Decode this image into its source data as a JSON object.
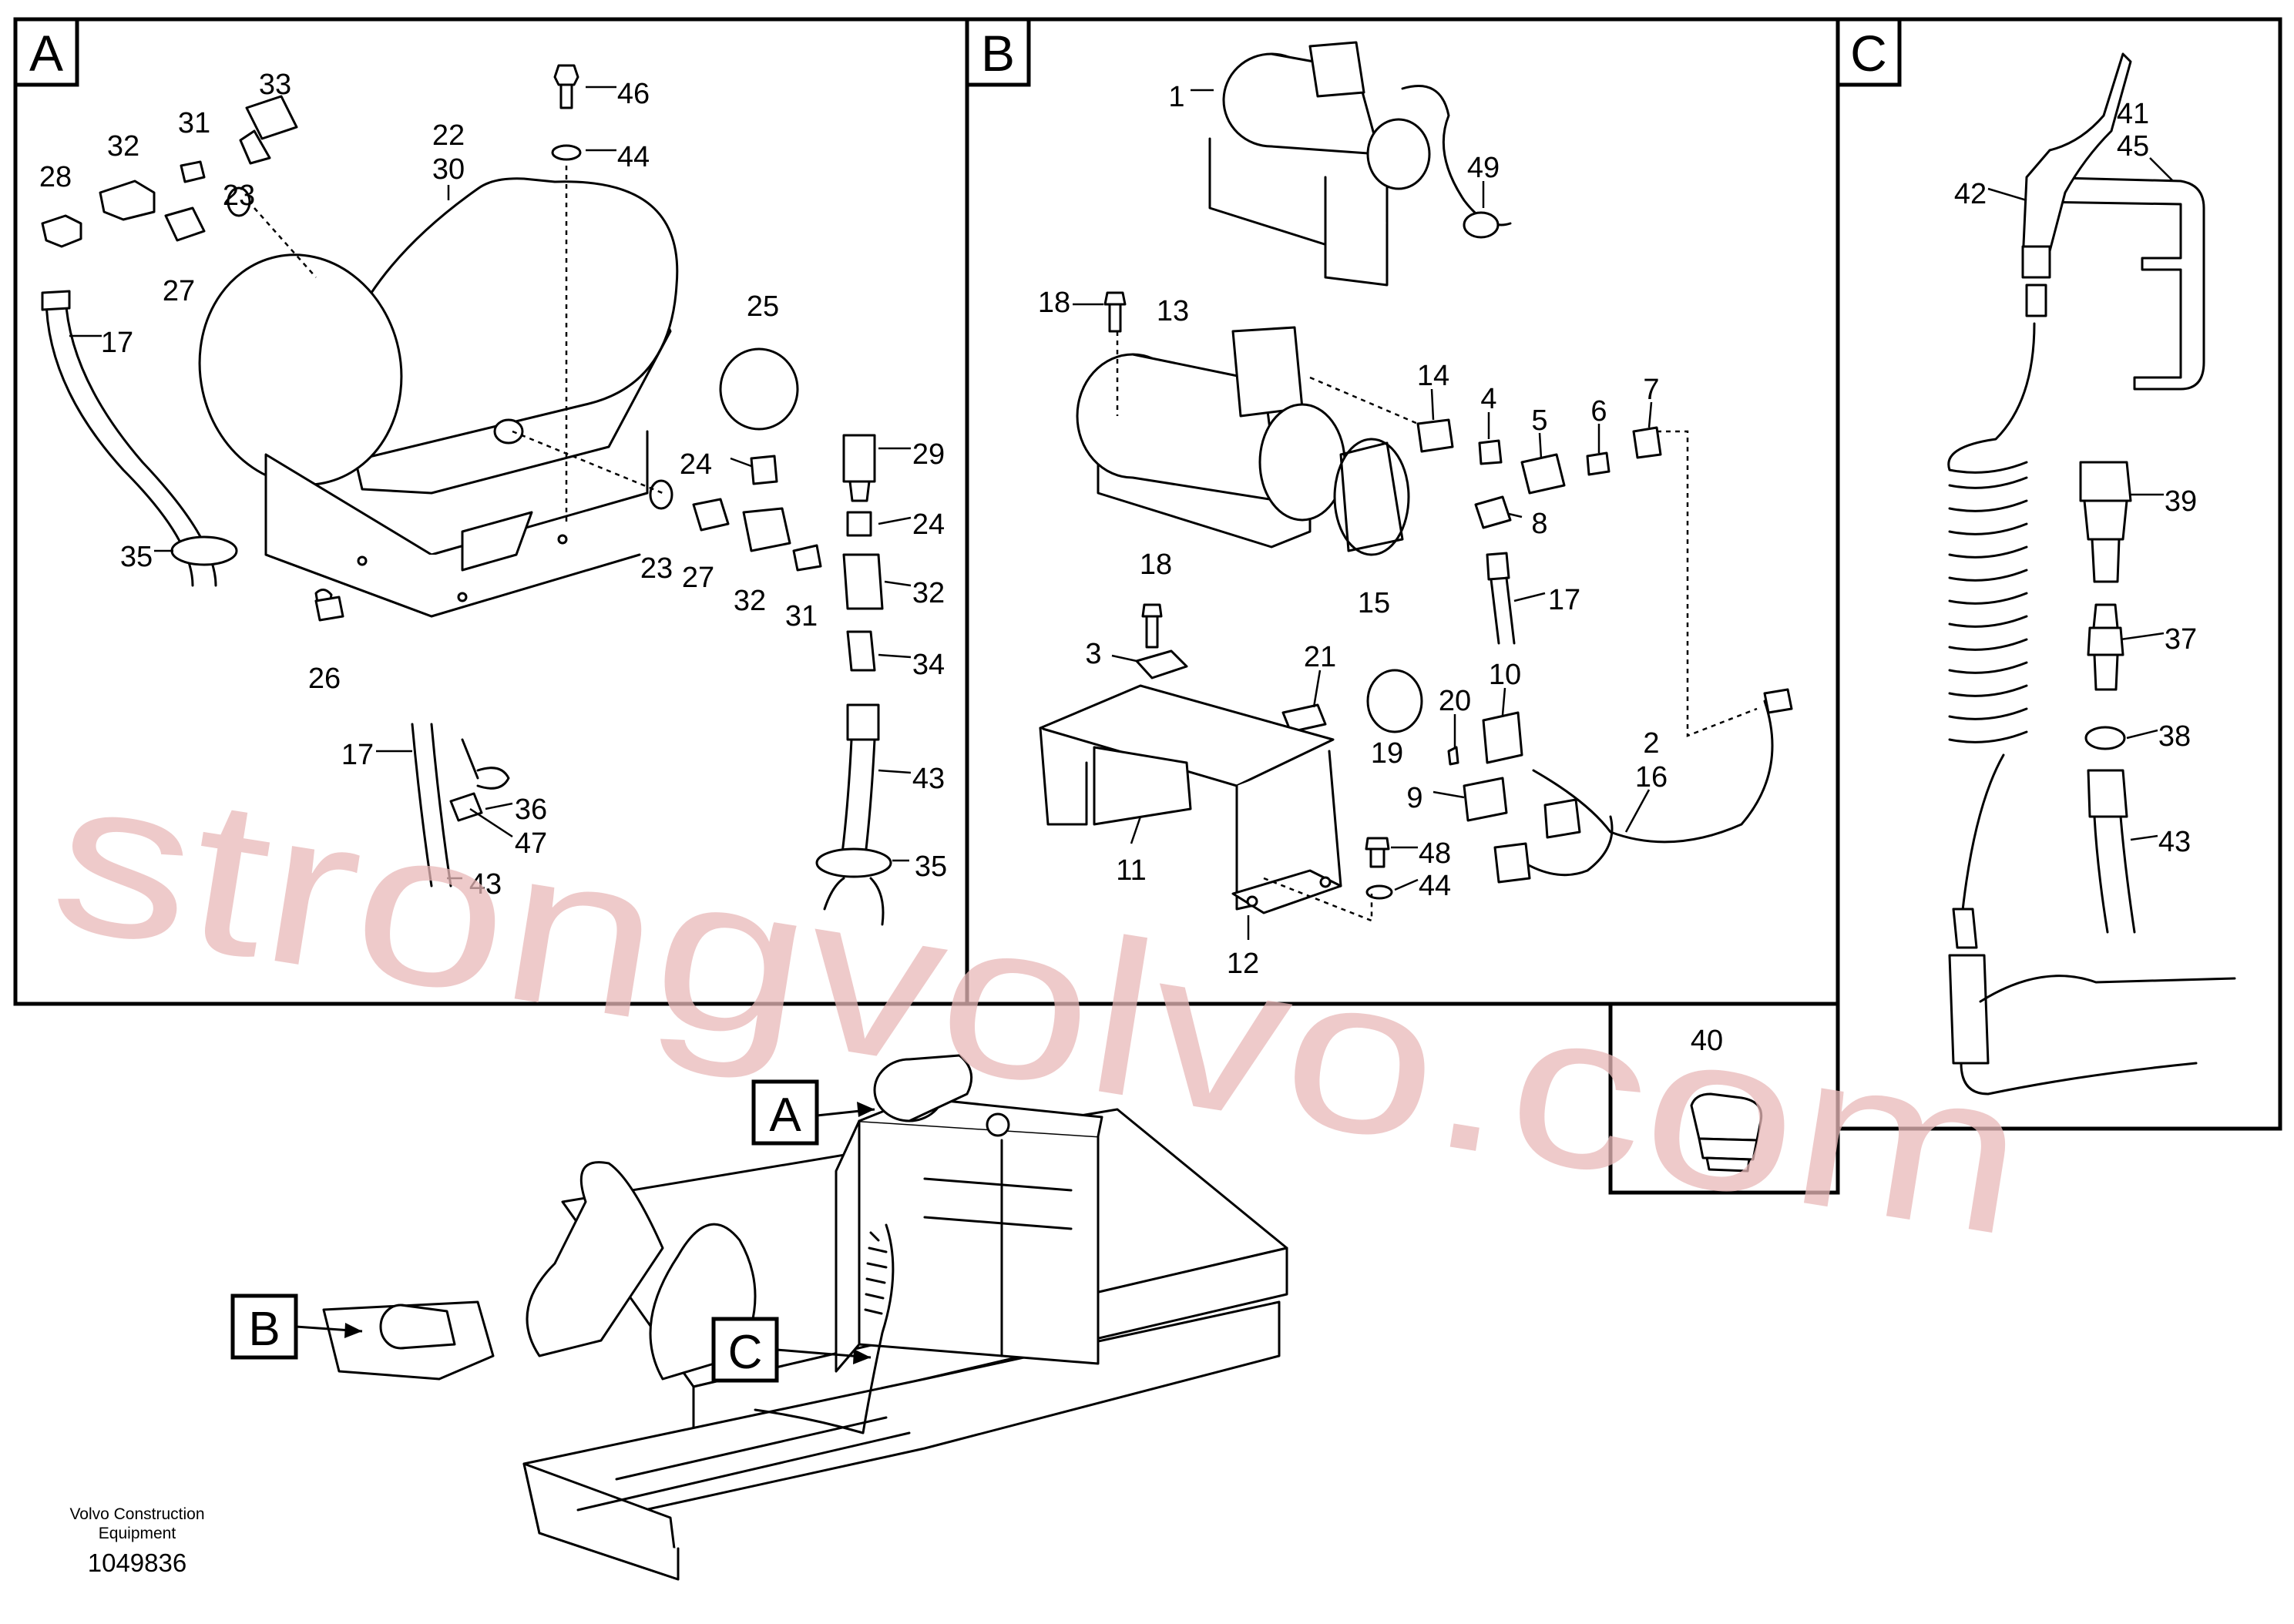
{
  "panels": {
    "a": {
      "letter": "A"
    },
    "b": {
      "letter": "B"
    },
    "c": {
      "letter": "C"
    }
  },
  "callouts": {
    "a": {
      "letter": "A"
    },
    "b": {
      "letter": "B"
    },
    "c": {
      "letter": "C"
    }
  },
  "labels": {
    "a": [
      "46",
      "44",
      "33",
      "31",
      "32",
      "28",
      "23",
      "27",
      "22",
      "30",
      "17",
      "25",
      "24",
      "29",
      "24",
      "35",
      "23",
      "27",
      "32",
      "31",
      "32",
      "34",
      "26",
      "17",
      "36",
      "47",
      "43",
      "43",
      "35"
    ],
    "b": [
      "1",
      "49",
      "18",
      "13",
      "14",
      "4",
      "5",
      "6",
      "7",
      "8",
      "17",
      "15",
      "18",
      "3",
      "21",
      "19",
      "10",
      "20",
      "9",
      "2",
      "16",
      "11",
      "48",
      "44",
      "12"
    ],
    "c": [
      "41",
      "45",
      "42",
      "39",
      "37",
      "38",
      "43"
    ],
    "d": [
      "40"
    ]
  },
  "footer": {
    "company_line1": "Volvo Construction",
    "company_line2": "Equipment",
    "drawing_number": "1049836"
  },
  "watermark": "strongvolvo.com",
  "colors": {
    "line": "#000000",
    "watermark": "#e8b8b8",
    "background": "#ffffff"
  }
}
